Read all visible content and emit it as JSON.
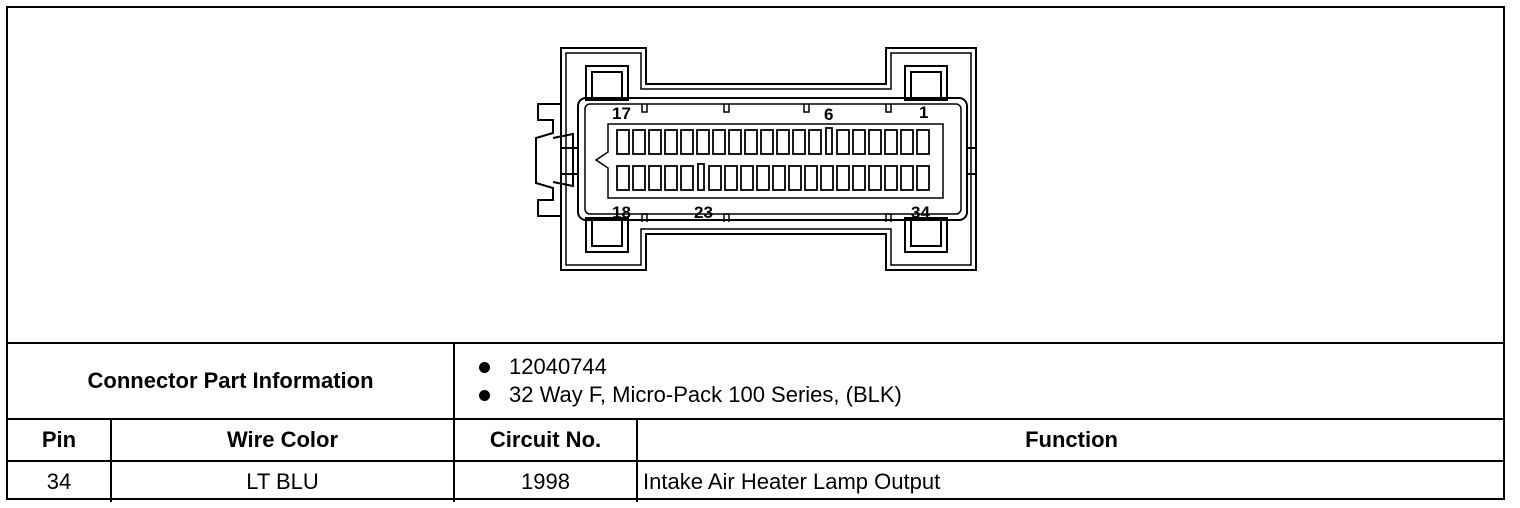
{
  "connector": {
    "pin_labels": {
      "p17": "17",
      "p6": "6",
      "p1": "1",
      "p18": "18",
      "p23": "23",
      "p34": "34"
    }
  },
  "part_info": {
    "label": "Connector Part Information",
    "items": [
      "12040744",
      "32 Way F, Micro-Pack 100 Series, (BLK)"
    ]
  },
  "table": {
    "headers": {
      "pin": "Pin",
      "wire_color": "Wire Color",
      "circuit": "Circuit No.",
      "function": "Function"
    },
    "rows": [
      {
        "pin": "34",
        "wire_color": "LT BLU",
        "circuit": "1998",
        "function": "Intake Air Heater Lamp Output"
      }
    ]
  }
}
